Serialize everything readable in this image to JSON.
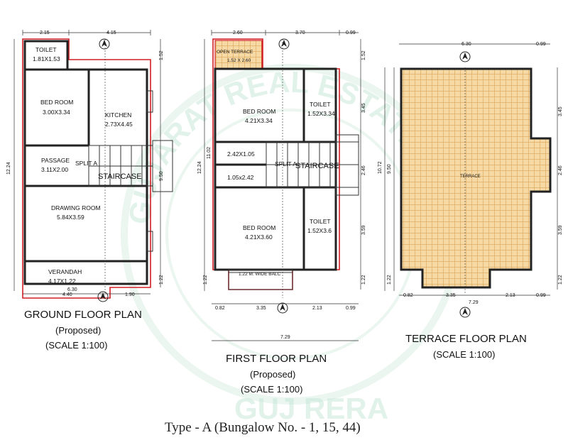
{
  "ground": {
    "dims_top": [
      "2.15",
      "4.15"
    ],
    "dims_bottom": [
      "4.40",
      "1.90"
    ],
    "dim_total": "6.30",
    "dim_left": "12.24",
    "dim_right": "1.52",
    "dim_inner": "9.50",
    "dim_right_bottom": "1.22",
    "rooms": {
      "toilet": "TOILET",
      "toilet_size": "1.81X1.53",
      "bed": "BED ROOM",
      "bed_size": "3.00X3.34",
      "kitchen": "KITCHEN",
      "kitchen_size": "2.73X4.45",
      "passage": "PASSAGE",
      "passage_size": "3.11X2.00",
      "splita": "SPLIT A",
      "staircase": "STAIRCASE",
      "drawing": "DRAWING ROOM",
      "drawing_size": "5.84X3.59",
      "verandah": "VERANDAH",
      "verandah_size": "4.17X1.22"
    },
    "title": "GROUND FLOOR PLAN",
    "sub1": "(Proposed)",
    "sub2": "(SCALE 1:100)"
  },
  "first": {
    "dims_top": [
      "2.60",
      "3.70",
      "0.99"
    ],
    "dims_bottom": [
      "0.82",
      "3.35",
      "2.13",
      "0.99"
    ],
    "dim_total": "7.29",
    "dim_left": "12.24",
    "dim_left2": "11.02",
    "dim_right": [
      "1.52",
      "3.45",
      "2.46",
      "3.59",
      "1.22"
    ],
    "dim_left_bottom": "1.22",
    "rooms": {
      "open_terrace": "OPEN TERRACE",
      "open_terrace_size": "1.52 X 2.60",
      "bed1": "BED ROOM",
      "bed1_size": "4.21X3.34",
      "toilet1": "TOILET",
      "toilet1_size": "1.52X3.34",
      "hall": "2.42X1.05",
      "hall2": "1.05x2.42",
      "splita": "SPLIT A",
      "staircase": "STAIRCASE",
      "bed2": "BED ROOM",
      "bed2_size": "4.21X3.60",
      "toilet2": "TOILET",
      "toilet2_size": "1.52X3.6",
      "balcony": "1.22 M. WIDE BALC"
    },
    "title": "FIRST FLOOR PLAN",
    "sub1": "(Proposed)",
    "sub2": "(SCALE 1:100)"
  },
  "terrace": {
    "dim_top": "6.30",
    "dim_top_right": "0.99",
    "dims_bottom": [
      "0.82",
      "3.35",
      "2.13",
      "0.99"
    ],
    "dim_total": "7.29",
    "dim_left": "10.72",
    "dim_left2": "9.50",
    "dim_left_bottom": "1.22",
    "dim_right": [
      "3.45",
      "2.46",
      "3.59",
      "1.22"
    ],
    "label": "TERRACE",
    "title": "TERRACE FLOOR PLAN",
    "sub": "(SCALE 1:100)"
  },
  "caption": "Type - A (Bungalow No. - 1, 15, 44)",
  "watermark": {
    "seal_top": "GUJARAT REAL ESTATE REGULATORY AUTHORITY",
    "seal_bottom": "GUJ RERA"
  },
  "colors": {
    "wall": "#222222",
    "boundary": "#d21f26",
    "terrace_fill": "#f7d9a6",
    "terrace_grid": "#d39a45",
    "watermark": "#bfe3d2"
  },
  "icons": [
    "north-arrow-icon"
  ]
}
